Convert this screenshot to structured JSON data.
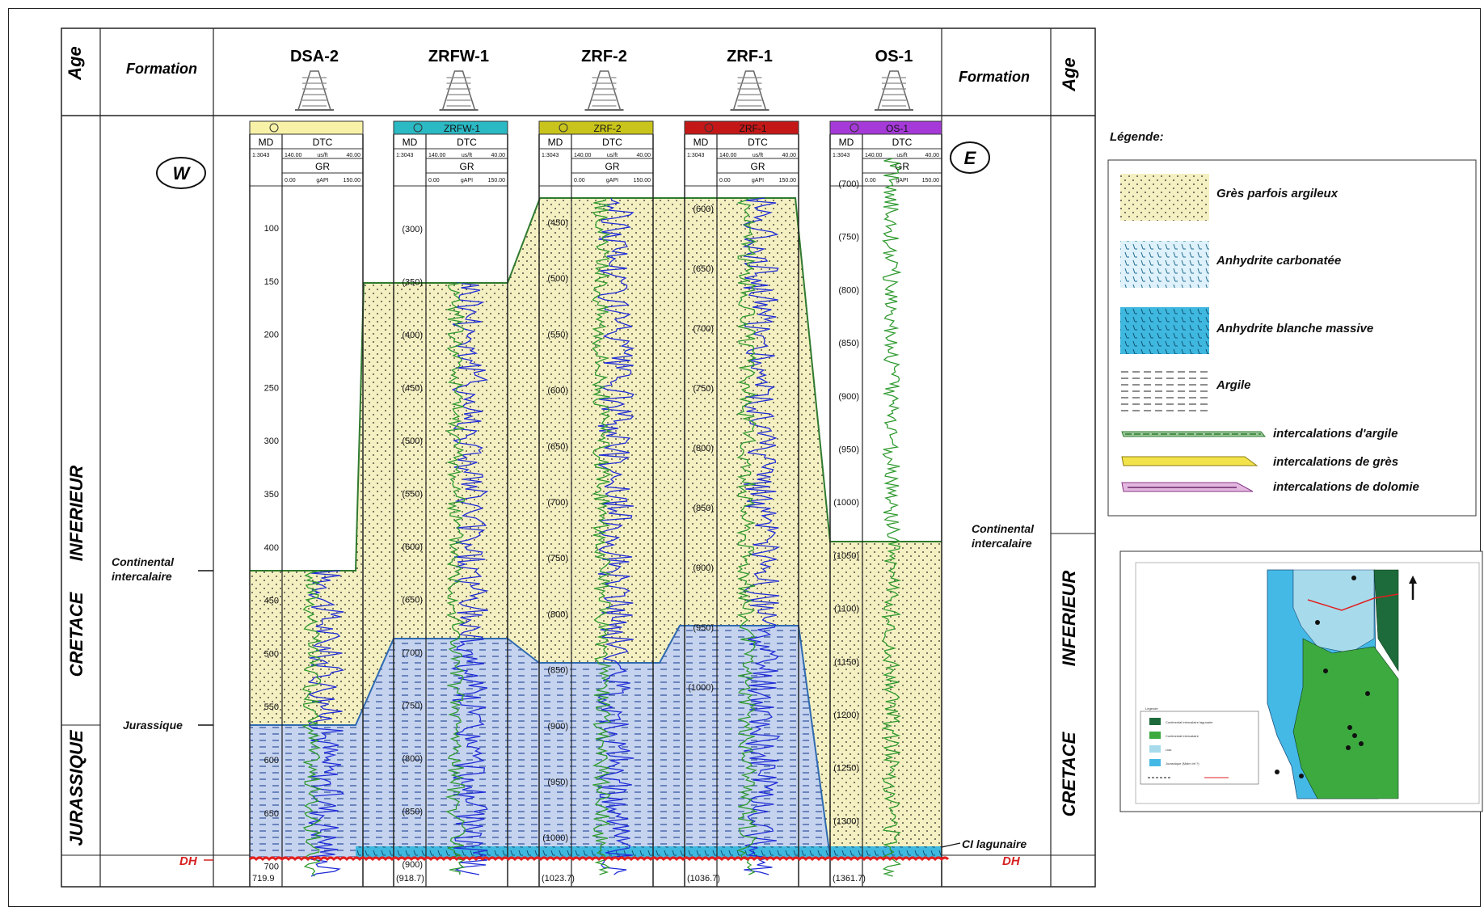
{
  "header": {
    "age_left": "Age",
    "formation_left": "Formation",
    "formation_right": "Formation",
    "age_right": "Age"
  },
  "directions": {
    "west": "W",
    "east": "E"
  },
  "wells": [
    {
      "name": "DSA-2",
      "tag": "",
      "tag_color": "#f7f2a8",
      "depth_ticks": [
        "100",
        "150",
        "200",
        "250",
        "300",
        "350",
        "400",
        "450",
        "500",
        "550",
        "600",
        "650",
        "700"
      ],
      "td": "719.9"
    },
    {
      "name": "ZRFW-1",
      "tag": "ZRFW-1",
      "tag_color": "#2bb9c4",
      "depth_ticks": [
        "(300)",
        "(350)",
        "(400)",
        "(450)",
        "(500)",
        "(550)",
        "(600)",
        "(650)",
        "(700)",
        "(750)",
        "(800)",
        "(850)",
        "(900)"
      ],
      "td": "(918.7)"
    },
    {
      "name": "ZRF-2",
      "tag": "ZRF-2",
      "tag_color": "#c9c41c",
      "depth_ticks": [
        "(450)",
        "(500)",
        "(550)",
        "(600)",
        "(650)",
        "(700)",
        "(750)",
        "(800)",
        "(850)",
        "(900)",
        "(950)",
        "(1000)"
      ],
      "td": "(1023.7)"
    },
    {
      "name": "ZRF-1",
      "tag": "ZRF-1",
      "tag_color": "#c41818",
      "depth_ticks": [
        "(600)",
        "(650)",
        "(700)",
        "(750)",
        "(800)",
        "(850)",
        "(900)",
        "(950)",
        "(1000)"
      ],
      "td": "(1036.7)"
    },
    {
      "name": "OS-1",
      "tag": "OS-1",
      "tag_color": "#a53ad8",
      "depth_ticks": [
        "(700)",
        "(750)",
        "(800)",
        "(850)",
        "(900)",
        "(950)",
        "(1000)",
        "(1050)",
        "(1100)",
        "(1150)",
        "(1200)",
        "(1250)",
        "(1300)"
      ],
      "td": "(1361.7)"
    }
  ],
  "track_header": {
    "md": "MD",
    "dtc": "DTC",
    "gr": "GR",
    "scale": "1:3043",
    "dtc_min": "140.00",
    "dtc_unit": "us/ft",
    "dtc_max": "40.00",
    "gr_min": "0.00",
    "gr_unit": "gAPI",
    "gr_max": "150.00"
  },
  "left_labels": {
    "continental": [
      "Continental",
      "intercalaire"
    ],
    "jurassique": "Jurassique",
    "dh": "DH"
  },
  "right_labels": {
    "continental": [
      "Continental",
      "intercalaire"
    ],
    "ci_lagunaire": "CI lagunaire",
    "dh": "DH"
  },
  "ages_left": {
    "inferieur": "INFERIEUR",
    "cretace": "CRETACE",
    "jurassique": "JURASSIQUE"
  },
  "ages_right": {
    "inferieur": "INFERIEUR",
    "cretace": "CRETACE"
  },
  "legend": {
    "title": "Légende:",
    "items": [
      "Grès parfois argileux",
      "Anhydrite carbonatée",
      "Anhydrite blanche massive",
      "Argile",
      "intercalations d'argile",
      "intercalations de grès",
      "intercalations de dolomie"
    ]
  },
  "colors": {
    "sand": "#f5f0c2",
    "anhydrite": "#c5d3ef",
    "anhydrite_massive": "#3fb8e0",
    "dtc_curve": "#1f2bd6",
    "gr_curve": "#2f9a2f",
    "boundary": "#2f7a2f",
    "dh": "#e02020"
  },
  "map": {
    "legend_title": "Legende",
    "legend_items": [
      "Continental intercalaire lagunaire",
      "Continental intercalaire",
      "Lias",
      "Jurassique (Malm inf ?)"
    ]
  }
}
